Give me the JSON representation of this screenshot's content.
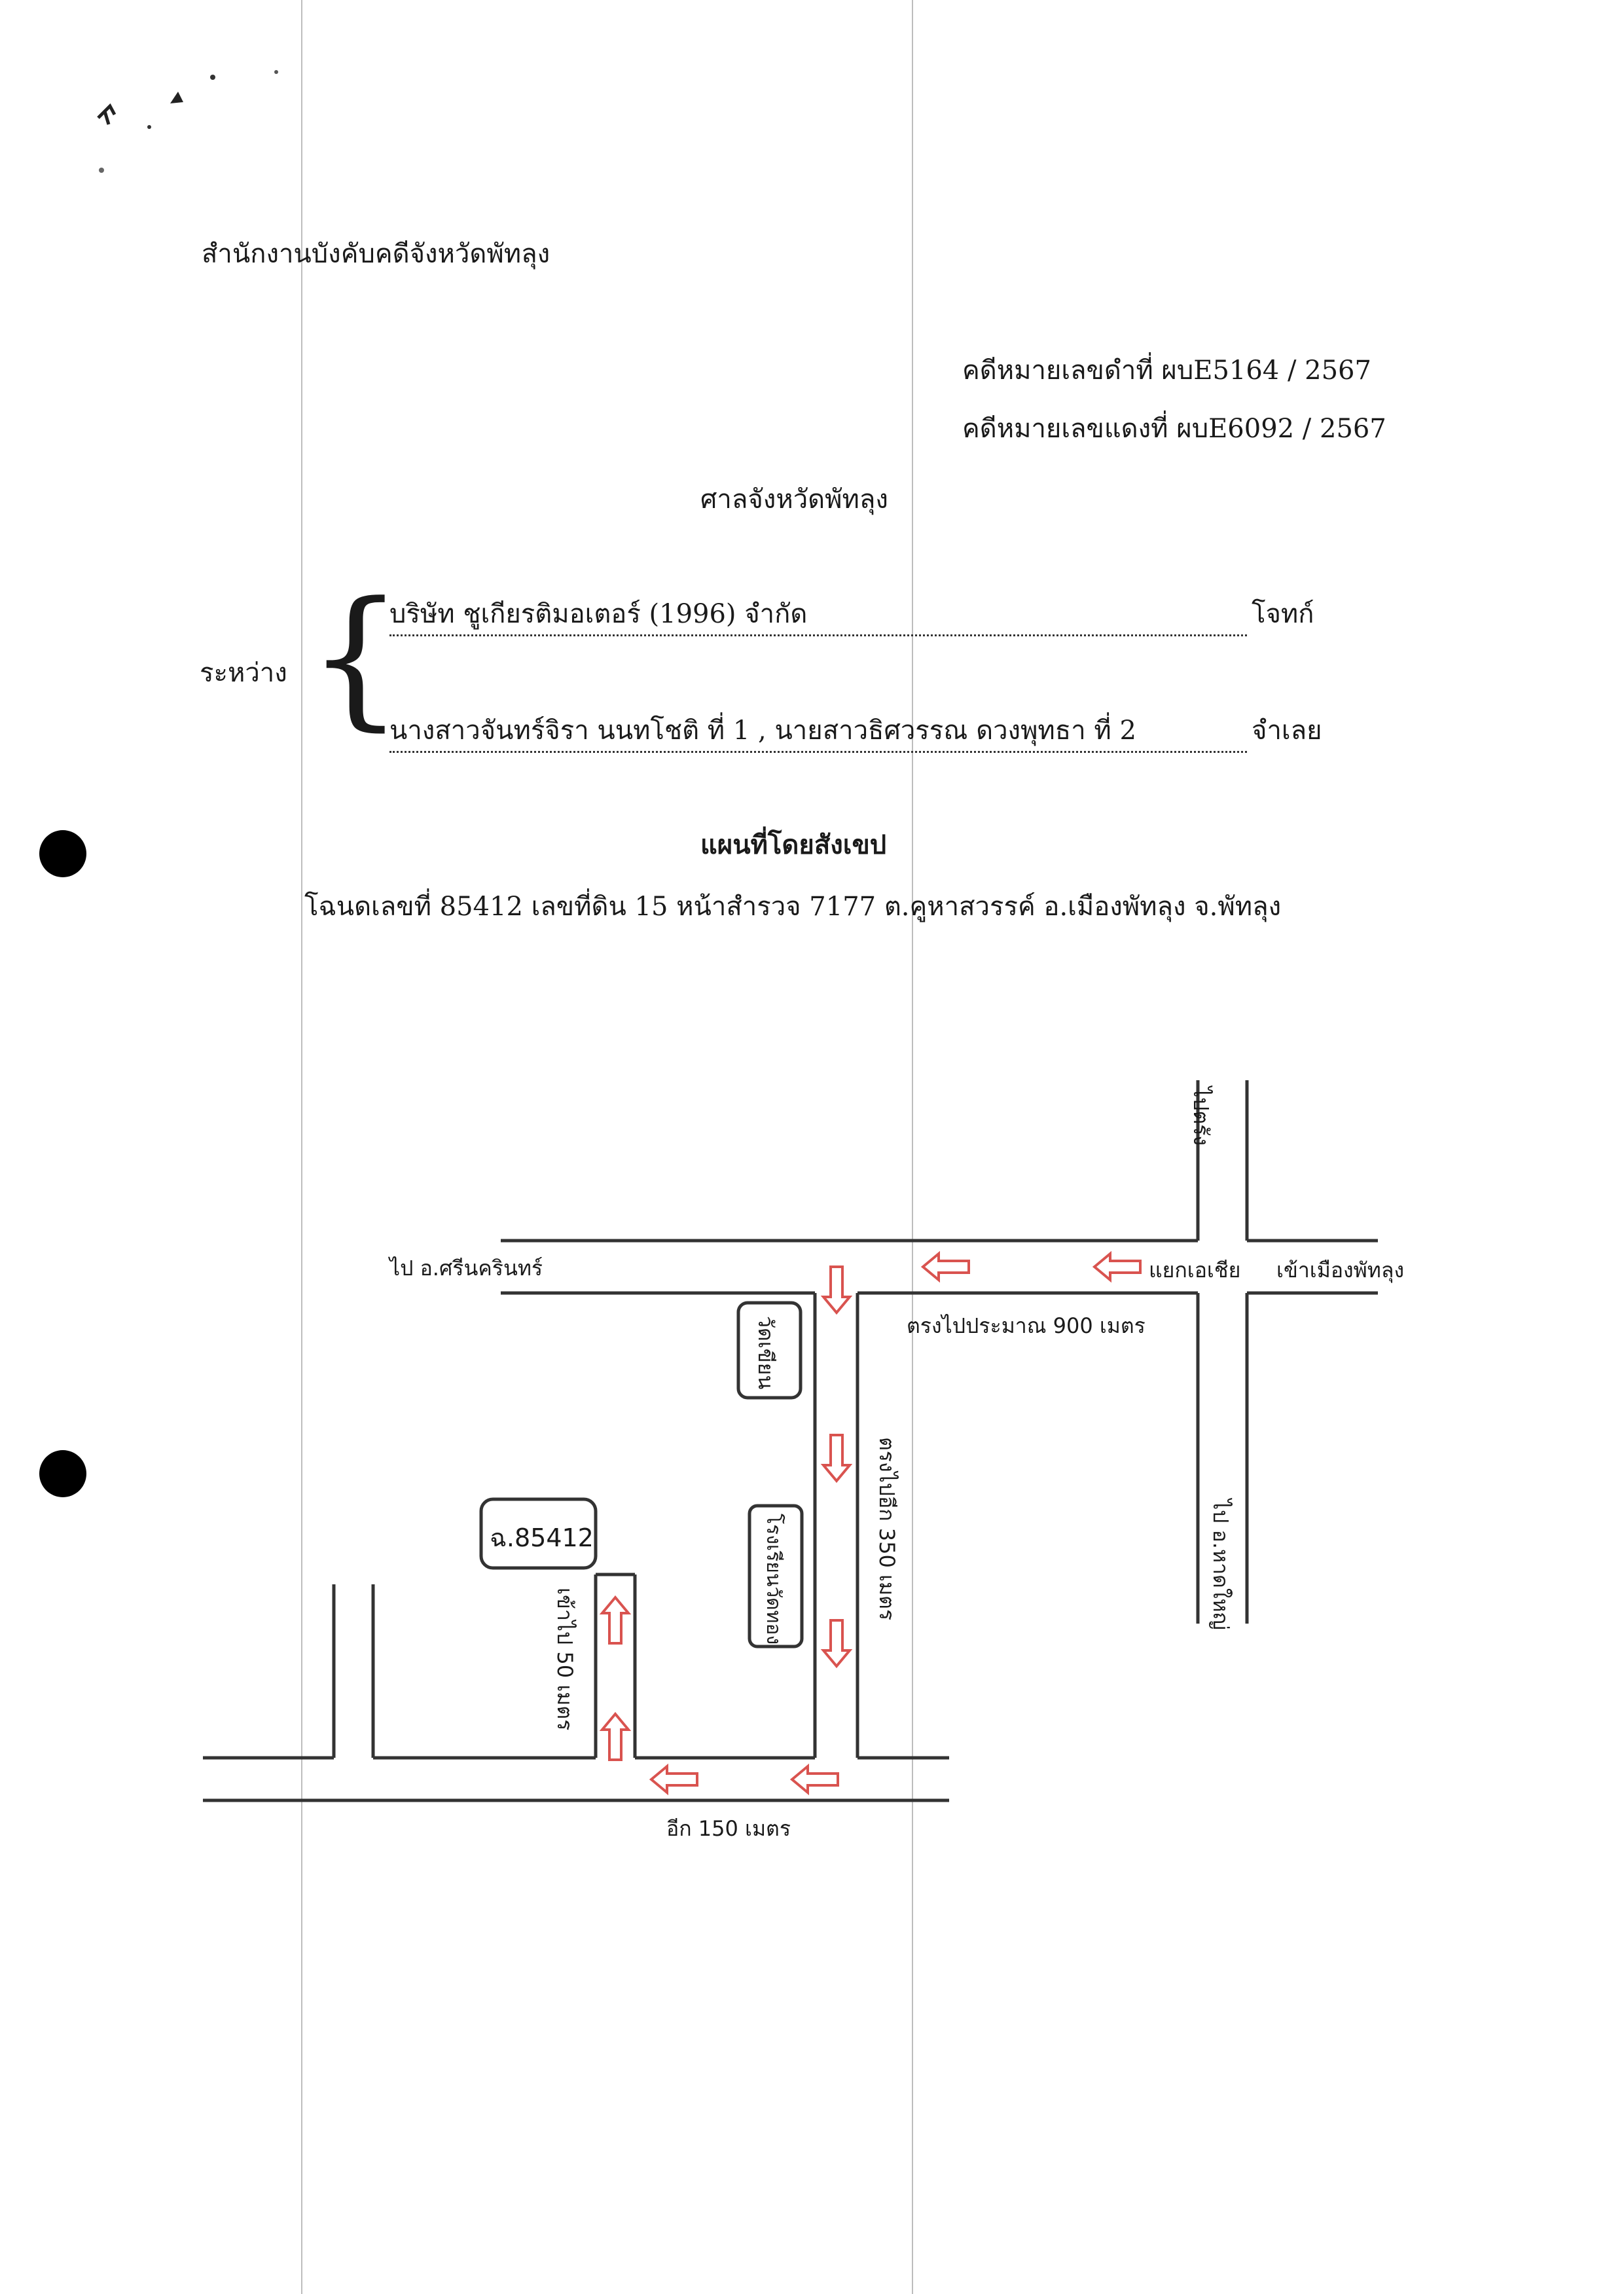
{
  "header": {
    "office": "สำนักงานบังคับคดีจังหวัดพัทลุง",
    "black_case": "คดีหมายเลขดำที่  ผบE5164 / 2567",
    "red_case": "คดีหมายเลขแดงที่  ผบE6092 / 2567",
    "court": "ศาลจังหวัดพัทลุง"
  },
  "parties": {
    "between_label": "ระหว่าง",
    "plaintiff_name": "บริษัท ชูเกียรติมอเตอร์ (1996) จำกัด",
    "plaintiff_role": "โจทก์",
    "defendant_name": "นางสาวจันทร์จิรา นนทโชติ  ที่ 1 , นายสาวธิศวรรณ ดวงพุทธา  ที่ 2",
    "defendant_role": "จำเลย"
  },
  "map_title": "แผนที่โดยสังเขป",
  "deed_line": "โฉนดเลขที่ 85412  เลขที่ดิน 15  หน้าสำรวจ 7177  ต.คูหาสวรรค์  อ.เมืองพัทลุง  จ.พัทลุง",
  "map": {
    "to_trang": "ไปตรัง",
    "to_srinagarindra": "ไป อ.ศรีนครินทร์",
    "asia_junction": "แยกเอเชีย",
    "into_phatthalung": "เข้าเมืองพัทลุง",
    "straight_900": "ตรงไปประมาณ 900 เมตร",
    "wat_khian": "วัดเขียน",
    "straight_350": "ตรงไปอีก 350 เมตร",
    "to_hatyai": "ไป อ.หาดใหญ่",
    "deed_box": "ฉ.85412",
    "in_50": "เข้าไป 50 เมตร",
    "school": "โรงเรียนวัดทอง",
    "another_150": "อีก 150 เมตร"
  },
  "colors": {
    "arrow": "#d9534f",
    "road": "#333333"
  }
}
